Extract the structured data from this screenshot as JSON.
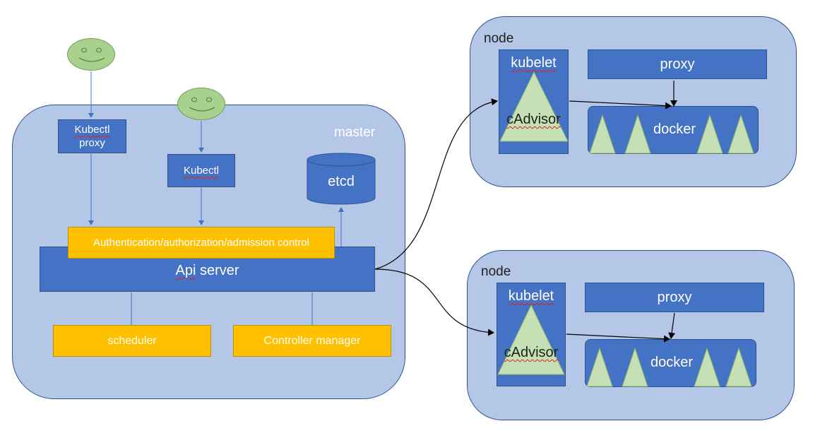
{
  "master": {
    "label": "master",
    "kubectl_proxy_line1": "Kubectl",
    "kubectl_proxy_line2": "proxy",
    "kubectl": "Kubectl",
    "etcd": "etcd",
    "auth": "Authentication/authorization/admission control",
    "api_word": "Api",
    "api_rest": " server",
    "scheduler": "scheduler",
    "controller": "Controller manager"
  },
  "nodes": [
    {
      "label": "node",
      "kubelet": "kubelet",
      "cadvisor": "cAdvisor",
      "proxy": "proxy",
      "docker": "docker"
    },
    {
      "label": "node",
      "kubelet": "kubelet",
      "cadvisor": "cAdvisor",
      "proxy": "proxy",
      "docker": "docker"
    }
  ],
  "colors": {
    "panel": "#b4c7e7",
    "box_blue": "#4472c4",
    "box_yellow": "#ffc000",
    "face_green": "#a9d18e",
    "triangle_green": "#c5e0b4"
  }
}
